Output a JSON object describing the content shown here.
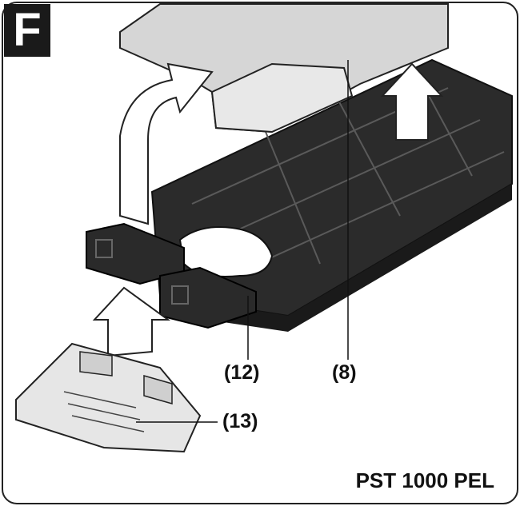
{
  "figure": {
    "panel_letter": "F",
    "model_name": "PST 1000 PEL",
    "callouts": {
      "baseplate_shoe": "(12)",
      "saw_body": "(8)",
      "cover_plate": "(13)"
    }
  }
}
